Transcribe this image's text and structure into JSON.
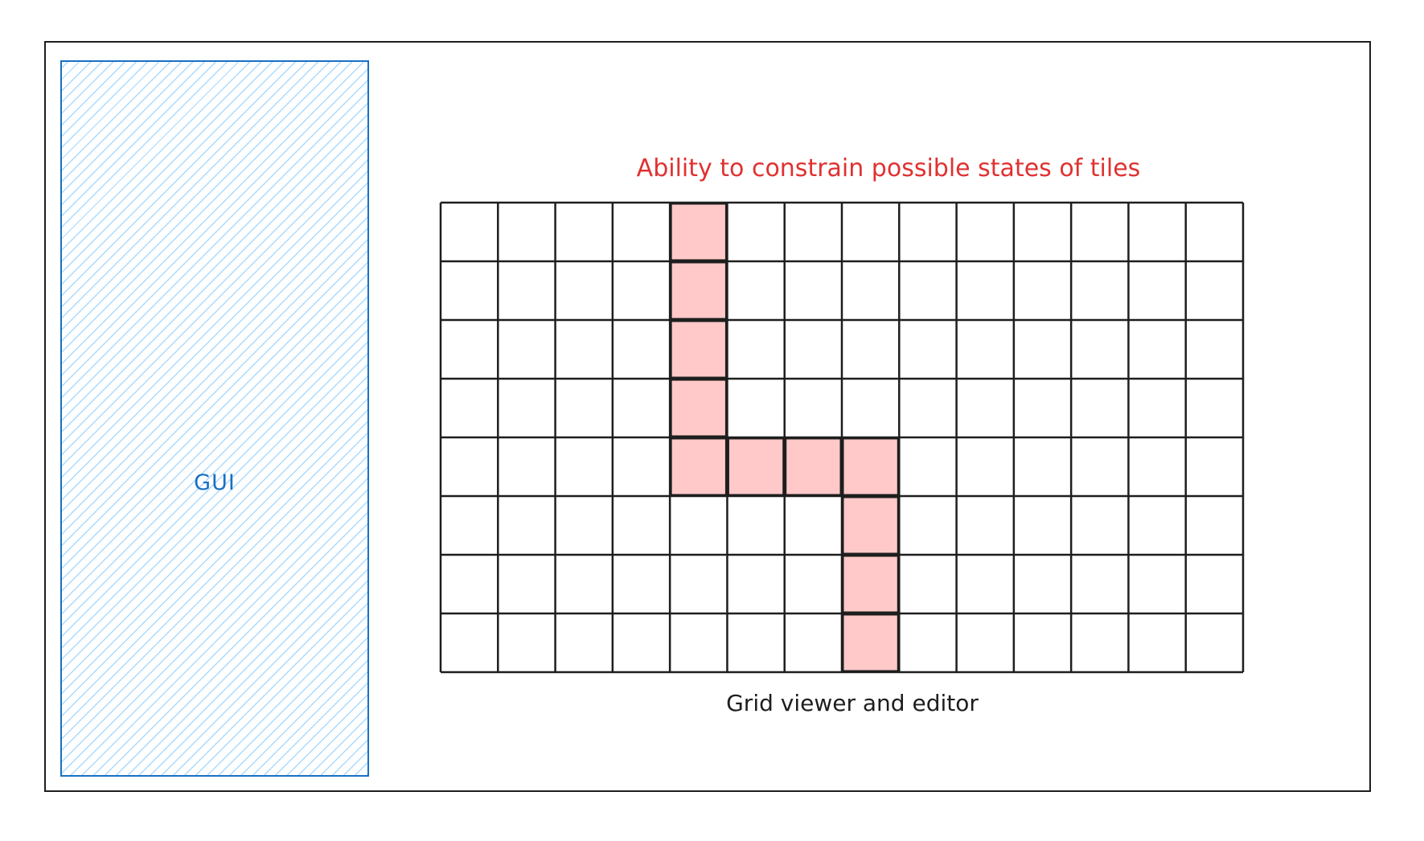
{
  "gui": {
    "label": "GUI"
  },
  "grid": {
    "annotation": "Ability to constrain possible states of tiles",
    "caption": "Grid viewer and editor",
    "columns": 14,
    "rows": 8,
    "constrained_tiles": [
      {
        "row": 0,
        "col": 4
      },
      {
        "row": 1,
        "col": 4
      },
      {
        "row": 2,
        "col": 4
      },
      {
        "row": 3,
        "col": 4
      },
      {
        "row": 4,
        "col": 4
      },
      {
        "row": 4,
        "col": 5
      },
      {
        "row": 4,
        "col": 6
      },
      {
        "row": 4,
        "col": 7
      },
      {
        "row": 5,
        "col": 7
      },
      {
        "row": 6,
        "col": 7
      },
      {
        "row": 7,
        "col": 7
      }
    ]
  },
  "colors": {
    "frame": "#1e1e1e",
    "gui_stroke": "#1971c2",
    "gui_hatch": "#a5d8ff",
    "annotation": "#e03131",
    "tile_fill": "#ffc9c9",
    "grid_line": "#1e1e1e"
  }
}
